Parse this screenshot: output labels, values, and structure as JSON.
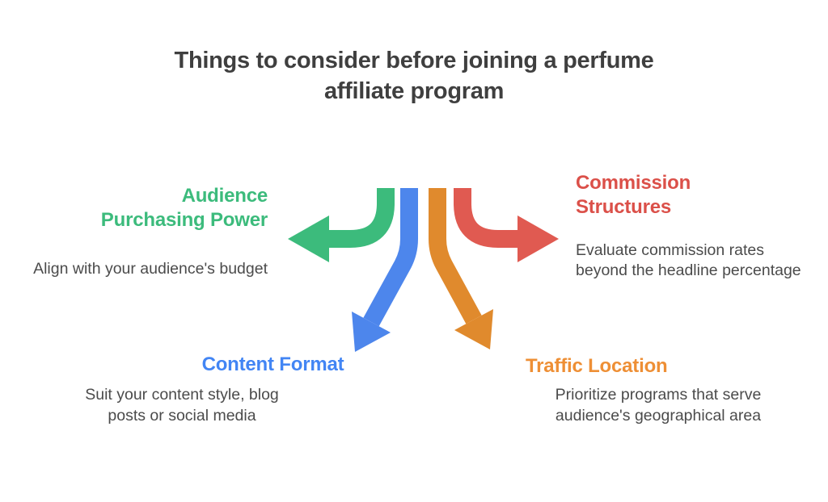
{
  "title": {
    "line1": "Things to consider before joining a perfume",
    "line2": "affiliate program"
  },
  "branches": [
    {
      "id": "audience-purchasing-power",
      "heading": "Audience Purchasing Power",
      "heading_lines": [
        "Audience",
        "Purchasing Power"
      ],
      "description": "Align with your audience's budget",
      "desc_lines": [
        "Align with your audience's budget"
      ],
      "accent_color": "#3cbb7c",
      "arrow_direction": "left"
    },
    {
      "id": "commission-structures",
      "heading": "Commission Structures",
      "heading_lines": [
        "Commission",
        "Structures"
      ],
      "description": "Evaluate commission rates beyond the headline percentage",
      "desc_lines": [
        "Evaluate commission rates",
        "beyond the headline percentage"
      ],
      "accent_color": "#db5049",
      "arrow_direction": "right"
    },
    {
      "id": "content-format",
      "heading": "Content Format",
      "heading_lines": [
        "Content Format"
      ],
      "description": "Suit your content style, blog posts or social media",
      "desc_lines": [
        "Suit your content style, blog",
        "posts or social media"
      ],
      "accent_color": "#4285f4",
      "arrow_direction": "down-left"
    },
    {
      "id": "traffic-location",
      "heading": "Traffic Location",
      "heading_lines": [
        "Traffic Location"
      ],
      "description": "Prioritize programs that serve audience's geographical area",
      "desc_lines": [
        "Prioritize programs that serve",
        "audience's geographical area"
      ],
      "accent_color": "#ee8f35",
      "arrow_direction": "down-right"
    }
  ],
  "colors": {
    "background": "#ffffff",
    "title_text": "#3f3f3f",
    "body_text": "#4b4b4b",
    "green_arrow": "#3cbb7c",
    "blue_arrow": "#4d86ec",
    "orange_arrow": "#e08a2d",
    "red_arrow": "#e05a51"
  }
}
